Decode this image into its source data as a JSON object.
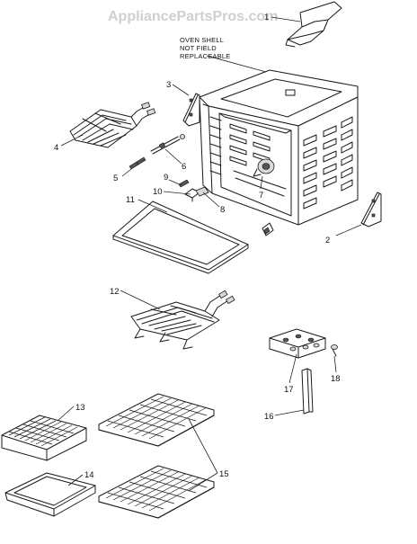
{
  "watermark": "AppliancePartsPros.com",
  "note": [
    "OVEN SHELL",
    "NOT FIELD",
    "REPLACEABLE"
  ],
  "labels": {
    "p1": "1",
    "p2": "2",
    "p3": "3",
    "p4": "4",
    "p5": "5",
    "p6": "6",
    "p7": "7",
    "p8": "8",
    "p9": "9",
    "p10": "10",
    "p11": "11",
    "p12": "12",
    "p13": "13",
    "p14": "14",
    "p15": "15",
    "p16": "16",
    "p17": "17",
    "p18": "18"
  }
}
